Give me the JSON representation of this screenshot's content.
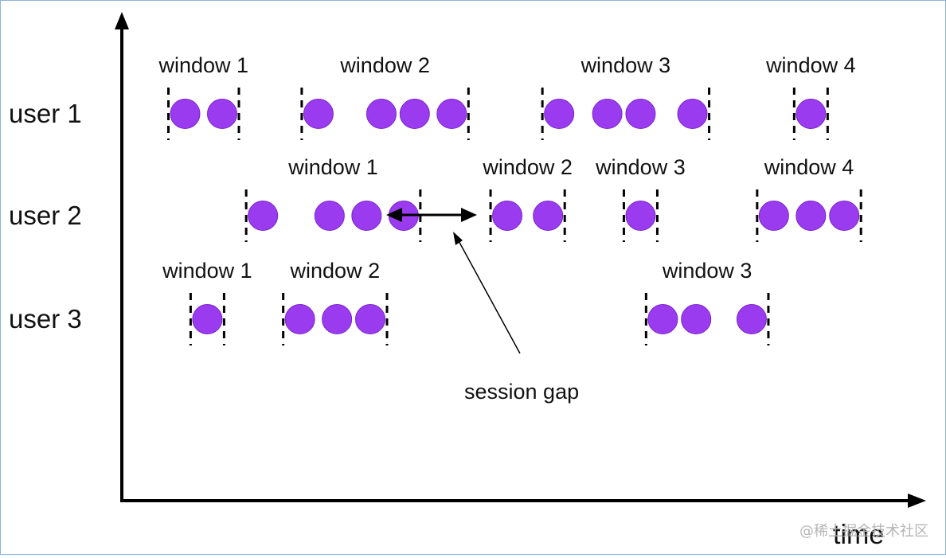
{
  "axis": {
    "x_label": "time"
  },
  "annotation": {
    "label": "session gap"
  },
  "watermark": "@稀土掘金技术社区",
  "colors": {
    "dot": "#9b3bf0",
    "dot_stroke": "#7a24cc",
    "line": "#000000"
  },
  "rows": [
    {
      "label": "user 1",
      "windows": [
        {
          "label": "window 1",
          "events": [
            1,
            2
          ]
        },
        {
          "label": "window 2",
          "events": [
            4.6,
            6.3,
            7.2,
            8.2
          ]
        },
        {
          "label": "window 3",
          "events": [
            11.1,
            12.4,
            13.3,
            14.7
          ]
        },
        {
          "label": "window 4",
          "events": [
            17.9
          ]
        }
      ]
    },
    {
      "label": "user 2",
      "windows": [
        {
          "label": "window 1",
          "events": [
            3.1,
            4.9,
            5.9,
            6.9
          ]
        },
        {
          "label": "window 2",
          "events": [
            9.7,
            10.8
          ]
        },
        {
          "label": "window 3",
          "events": [
            13.3
          ]
        },
        {
          "label": "window 4",
          "events": [
            16.9,
            17.9,
            18.8
          ]
        }
      ]
    },
    {
      "label": "user 3",
      "windows": [
        {
          "label": "window 1",
          "events": [
            1.6
          ]
        },
        {
          "label": "window 2",
          "events": [
            4.1,
            5.1,
            6
          ]
        },
        {
          "label": "window 3",
          "events": [
            13.9,
            14.8,
            16.3
          ]
        }
      ]
    }
  ]
}
